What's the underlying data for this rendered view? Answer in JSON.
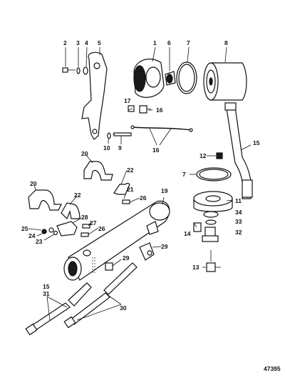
{
  "diagram": {
    "figure_number": "47395",
    "callouts": {
      "c1": "1",
      "c2": "2",
      "c3": "3",
      "c4": "4",
      "c5": "5",
      "c6": "6",
      "c7": "7",
      "c8": "8",
      "c9": "9",
      "c10": "10",
      "c11": "11",
      "c12": "12",
      "c13": "13",
      "c14": "14",
      "c15": "15",
      "c16": "16",
      "c17": "17",
      "c19": "19",
      "c20": "20",
      "c21": "21",
      "c22": "22",
      "c23": "23",
      "c24": "24",
      "c25": "25",
      "c26": "26",
      "c27": "27",
      "c28": "28",
      "c29": "29",
      "c30": "30",
      "c31": "31",
      "c32": "32",
      "c33": "33",
      "c34": "34"
    }
  }
}
